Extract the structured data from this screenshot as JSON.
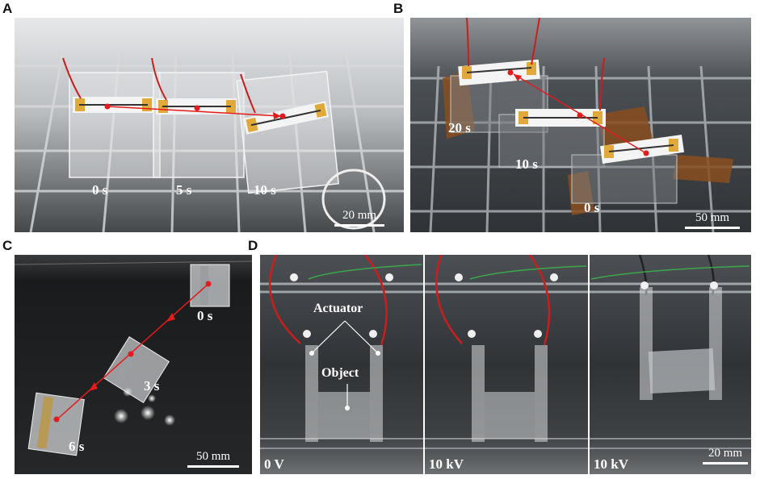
{
  "panels": {
    "A": {
      "label": "A",
      "times": [
        "0 s",
        "5 s",
        "10 s"
      ],
      "scale": "20 mm"
    },
    "B": {
      "label": "B",
      "times": [
        "20 s",
        "10 s",
        "0 s"
      ],
      "scale": "50 mm"
    },
    "C": {
      "label": "C",
      "times": [
        "0 s",
        "3 s",
        "6 s"
      ],
      "scale": "50 mm"
    },
    "D": {
      "label": "D",
      "voltages": [
        "0 V",
        "10 kV",
        "10 kV"
      ],
      "actuator_label": "Actuator",
      "object_label": "Object",
      "scale": "20 mm"
    }
  },
  "colors": {
    "marker": "#e31b1b",
    "tape": "#e0a93a",
    "wire_red": "#c81e1e",
    "wire_green": "#3aa84a"
  }
}
